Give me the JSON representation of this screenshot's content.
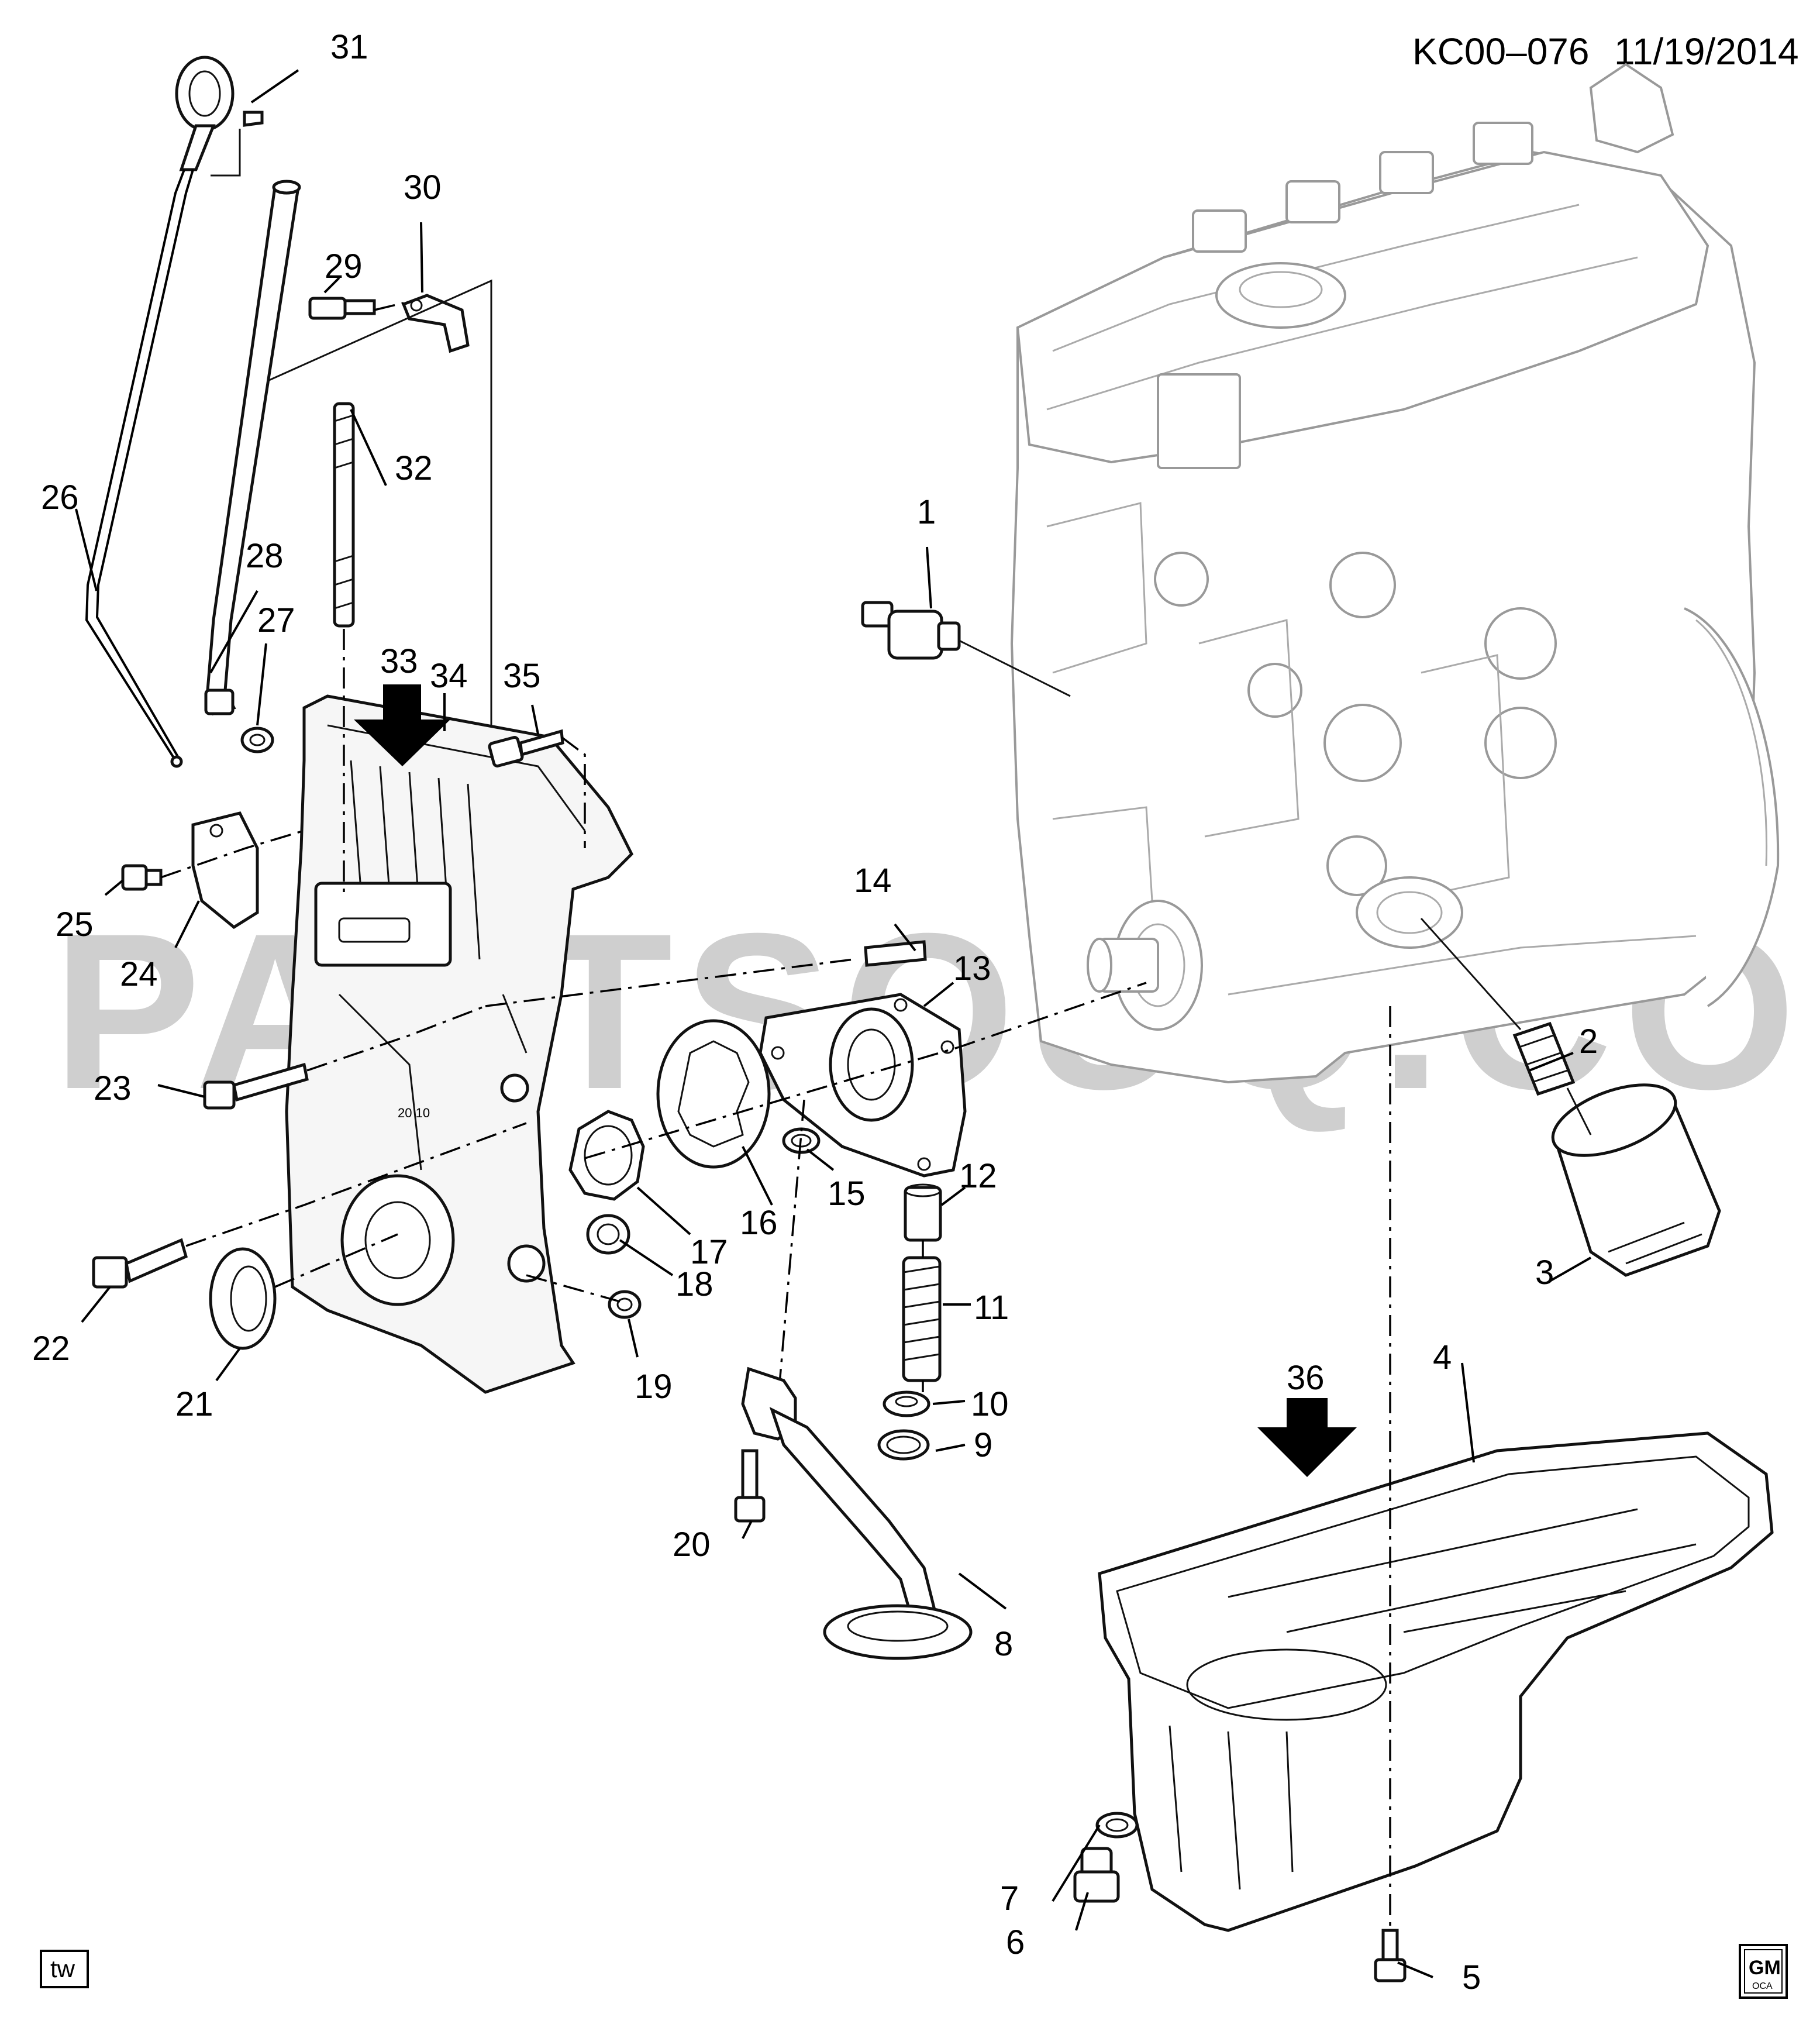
{
  "header": {
    "code": "KC00–076",
    "date": "11/19/2014"
  },
  "watermark": "PARTSOUQ.COM",
  "corner_tags": {
    "left": "tw",
    "right_logo_main": "GM",
    "right_logo_sub": "OCA"
  },
  "callouts": [
    "1",
    "2",
    "3",
    "4",
    "5",
    "6",
    "7",
    "8",
    "9",
    "10",
    "11",
    "12",
    "13",
    "14",
    "15",
    "16",
    "17",
    "18",
    "19",
    "20",
    "21",
    "22",
    "23",
    "24",
    "25",
    "26",
    "27",
    "28",
    "29",
    "30",
    "31",
    "32",
    "33",
    "34",
    "35",
    "36"
  ],
  "view_arrows": [
    "33",
    "36"
  ]
}
